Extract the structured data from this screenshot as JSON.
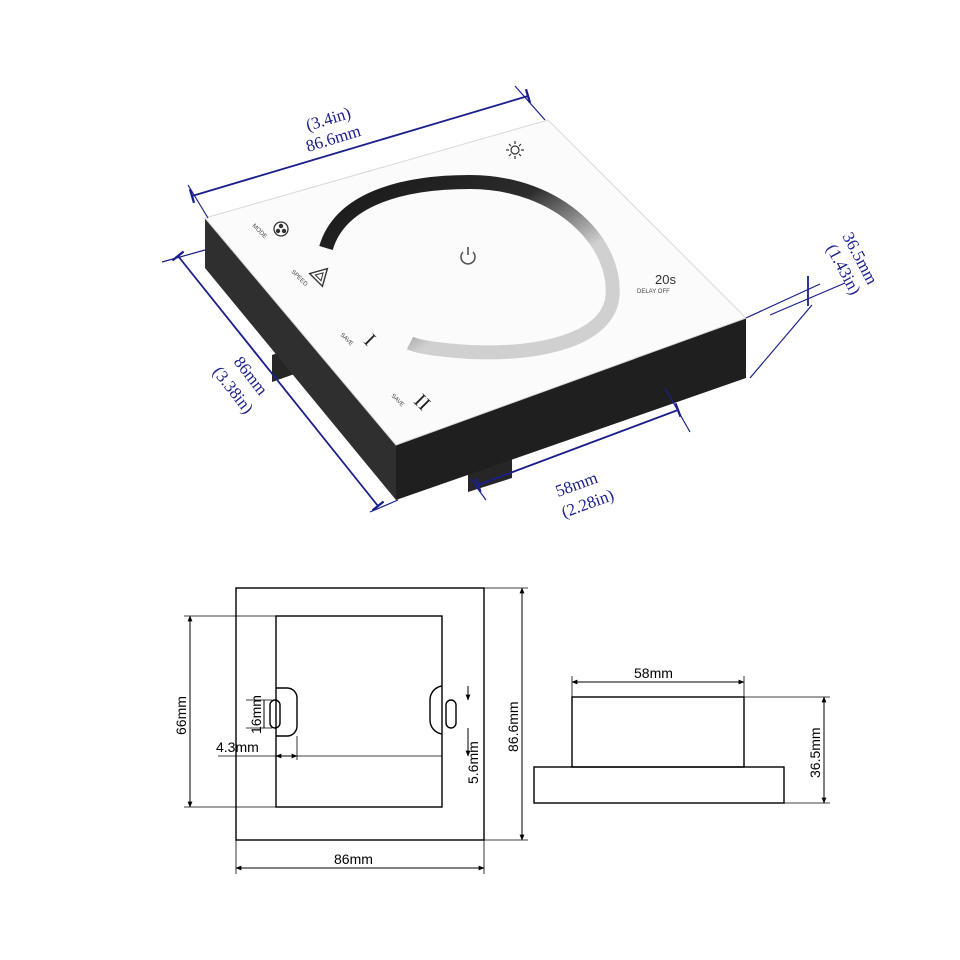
{
  "colors": {
    "dimension_blue": "#1a1f8c",
    "housing": "#2a2a2a",
    "glass": "#fbfbfb",
    "drawing": "#000000"
  },
  "perspective_view": {
    "width_dimension": {
      "inches": "(3.4in)",
      "mm": "86.6mm"
    },
    "height_dimension": {
      "mm": "86mm",
      "inches": "(3.38in)"
    },
    "depth_dimension": {
      "mm": "36.5mm",
      "inches": "(1.43in)"
    },
    "base_dimension": {
      "mm": "58mm",
      "inches": "(2.28in)"
    },
    "panel": {
      "mode_label": "MODE",
      "speed_label": "SPEED",
      "save_label_1": "SAVE",
      "save_label_2": "SAVE",
      "roman_one": "I",
      "roman_two": "II",
      "delay_value": "20s",
      "delay_label": "DELAY OFF",
      "icons": [
        "fan-icon",
        "speed-triangle-icon",
        "power-icon",
        "brightness-sun-icon"
      ]
    }
  },
  "front_drawing": {
    "height_66": "66mm",
    "slot_16": "16mm",
    "offset_43": "4.3mm",
    "slot_56": "5.6mm",
    "overall_height": "86.6mm",
    "width": "86mm"
  },
  "side_drawing": {
    "top_width": "58mm",
    "depth": "36.5mm"
  }
}
